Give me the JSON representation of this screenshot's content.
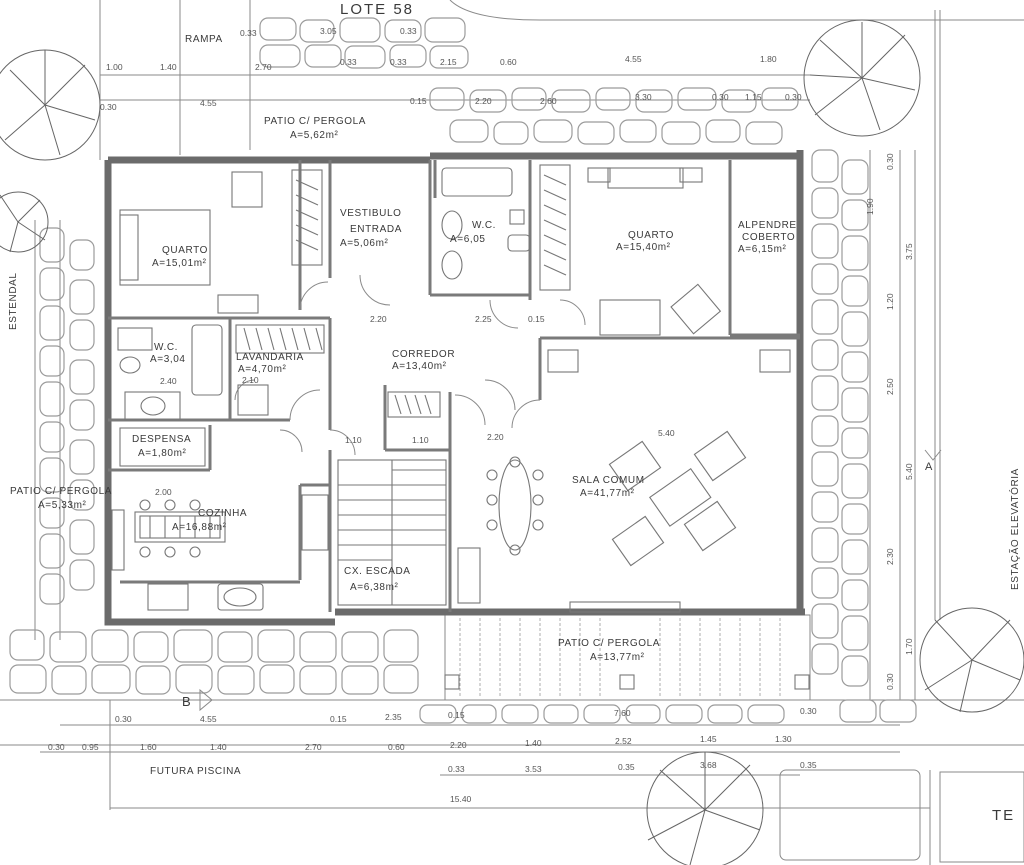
{
  "plan": {
    "lot_label": "LOTE 58",
    "rooms": [
      {
        "id": "quarto1",
        "name": "QUARTO",
        "area": "A=15,01m²"
      },
      {
        "id": "vestibulo",
        "name": "VESTIBULO",
        "name2": "ENTRADA",
        "area": "A=5,06m²"
      },
      {
        "id": "wc1",
        "name": "W.C.",
        "area": "A=6,05"
      },
      {
        "id": "quarto2",
        "name": "QUARTO",
        "area": "A=15,40m²"
      },
      {
        "id": "alpendre",
        "name": "ALPENDRE",
        "name2": "COBERTO",
        "area": "A=6,15m²"
      },
      {
        "id": "wc2",
        "name": "W.C.",
        "area": "A=3,04"
      },
      {
        "id": "lavandaria",
        "name": "LAVANDARIA",
        "area": "A=4,70m²"
      },
      {
        "id": "corredor",
        "name": "CORREDOR",
        "area": "A=13,40m²"
      },
      {
        "id": "despensa",
        "name": "DESPENSA",
        "area": "A=1,80m²"
      },
      {
        "id": "cozinha",
        "name": "COZINHA",
        "area": "A=16,88m²"
      },
      {
        "id": "sala",
        "name": "SALA COMUM",
        "area": "A=41,77m²"
      },
      {
        "id": "escada",
        "name": "CX. ESCADA",
        "area": "A=6,38m²"
      },
      {
        "id": "patio_top",
        "name": "PATIO C/ PERGOLA",
        "area": "A=5,62m²"
      },
      {
        "id": "patio_bottom",
        "name": "PATIO C/ PERGOLA",
        "area": "A=13,77m²"
      },
      {
        "id": "patio_left",
        "name": "PATIO C/ PERGOLA",
        "area": "A=5,33m²"
      }
    ],
    "outdoor_labels": {
      "rampa": "RAMPA",
      "estendal": "ESTENDAL",
      "futura_piscina": "FUTURA PISCINA",
      "estacao": "ESTAÇÃO ELEVATÓRIA",
      "te": "TE"
    },
    "dimensions": {
      "top_row1": [
        "1.00",
        "1.40",
        "2.70",
        "0.33",
        "0.33",
        "2.15",
        "0.60",
        "4.55",
        "1.80"
      ],
      "top_row2": [
        "0.30",
        "4.55",
        "0.15",
        "2.20",
        "2.60",
        "3.30",
        "0.30",
        "1.15",
        "0.30"
      ],
      "top_small": [
        "0.33",
        "3.05",
        "0.33"
      ],
      "bottom_row1": [
        "0.30",
        "4.55",
        "0.15",
        "2.35",
        "0.15",
        "7.60",
        "0.30"
      ],
      "bottom_row2": [
        "0.30",
        "0.95",
        "1.60",
        "1.40",
        "2.70",
        "0.60",
        "2.20",
        "1.40",
        "2.52",
        "1.45",
        "1.30"
      ],
      "bottom_row3": [
        "0.33",
        "3.53",
        "0.35",
        "3.68",
        "0.35"
      ],
      "overall": "15.40",
      "right": [
        "0.30",
        "3.75",
        "1.20",
        "2.50",
        "2.30",
        "5.40",
        "1.70",
        "0.30",
        "1.90"
      ],
      "interior": [
        "2.20",
        "2.25",
        "0.15",
        "2.40",
        "2.10",
        "5.40",
        "2.20",
        "1.10",
        "1.10",
        "2.00"
      ]
    }
  }
}
